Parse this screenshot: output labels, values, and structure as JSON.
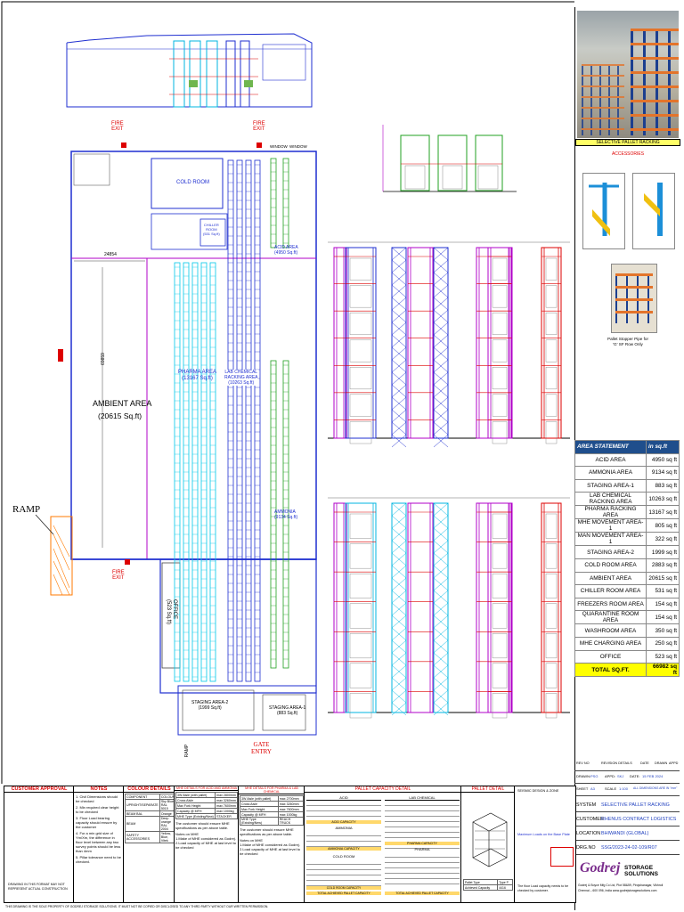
{
  "drawing": {
    "labels": {
      "fire_exit": "FIRE\nEXIT",
      "window": "WINDOW",
      "cold_room": "COLD ROOM",
      "chiller_room": "CHILLER\nROOM\n(531 Sq.ft)",
      "acid_area": "ACID AREA\n(4950 Sq.ft)",
      "pharma_area": "PHARMA AREA\n(13167 Sq.ft)",
      "lab_chemical": "LAB CHEMICAL\nRACKING AREA\n(10263 Sq.ft)",
      "ammonia_area": "AMMONIA\n(9134 Sq.ft)",
      "ambient_area": "AMBIENT AREA",
      "ambient_sqft": "(20615 Sq.ft)",
      "ramp": "RAMP",
      "staging_2": "STAGING AREA-2\n(1999 Sq.ft)",
      "staging_1": "STAGING AREA-1\n(883 Sq.ft)",
      "gate_entry": "GATE\nENTRY",
      "office": "OFFICE\n(523 Sq.ft)",
      "dim_24854": "24854",
      "dim_69859": "69859",
      "ramp_small": "RAMP"
    }
  },
  "right_panel": {
    "photo_caption": "SELECTIVE PALLET RACKING",
    "accessories": "ACCESSORIES",
    "stopper_caption": "Pallet Stopper Pipe for\n'G' SF Row Only",
    "area_header": [
      "AREA STATEMENT",
      "in sq.ft"
    ],
    "area_rows": [
      [
        "ACID AREA",
        "4950 sq ft"
      ],
      [
        "AMMONIA AREA",
        "9134 sq ft"
      ],
      [
        "STAGING AREA-1",
        "883 sq ft"
      ],
      [
        "LAB CHEMICAL RACKING AREA",
        "10263 sq ft"
      ],
      [
        "PHARMA RACKING AREA",
        "13167 sq ft"
      ],
      [
        "MHE MOVEMENT AREA-1",
        "805 sq ft"
      ],
      [
        "MAN MOVEMENT AREA-1",
        "322 sq ft"
      ],
      [
        "STAGING AREA-2",
        "1999 sq ft"
      ],
      [
        "COLD ROOM AREA",
        "2883 sq ft"
      ],
      [
        "AMBIENT AREA",
        "20615 sq ft"
      ],
      [
        "CHILLER ROOM AREA",
        "531 sq ft"
      ],
      [
        "FREEZERS ROOM AREA",
        "154 sq ft"
      ],
      [
        "QUARANTINE ROOM AREA",
        "154 sq ft"
      ],
      [
        "WASHROOM AREA",
        "350 sq ft"
      ],
      [
        "MHE CHARGING AREA",
        "250 sq ft"
      ],
      [
        "OFFICE",
        "523 sq ft"
      ]
    ],
    "area_total": [
      "TOTAL SQ.FT.",
      "66982 sq ft"
    ],
    "rev_header": [
      "REV NO",
      "REVISION DETAILS",
      "DATE",
      "DRAWN",
      "APPD"
    ],
    "drawn_row": [
      "DRAWN:",
      "PSG",
      "APPD:",
      "SKJ",
      "DATE:",
      "15 FEB 2024"
    ],
    "sheet_row": [
      "SHEET",
      "A3",
      "SCALE",
      "1:100",
      "ALL DIMENSIONS ARE IN \"mm\""
    ],
    "system_label": "SYSTEM",
    "system_value": "SELECTIVE PALLET RACKING",
    "customer_label": "CUSTOMER",
    "customer_value": "RHENUS CONTRACT LOGISTICS",
    "location_label": "LOCATION",
    "location_value": "BHIWANDI (GLOBAL)",
    "drg_label": "DRG.NO",
    "drg_value": "SSG/2023-24-02-109/R07",
    "brand": "Godrej",
    "brand_sub": "STORAGE SOLUTIONS",
    "company_line": "Godrej & Boyce Mfg Co Ltd, Plot 58&59, Pirojshanagar, Vikhroli",
    "company_line2": "Chennai – 600 096, India  www.godrejstoragesolutions.com"
  },
  "bottom": {
    "customer_approval": "CUSTOMER APPROVAL",
    "notes_title": "NOTES",
    "notes": [
      "1.  Civil Dimensions should be checked",
      "2.  Min required clear height to be checked",
      "3.  Floor Load bearing capacity should ensure by the customer",
      "4.  For a min grid size of Ym/Xm, the difference in floor level between any two survey points should be less than 4mm",
      "5.  Pillar tolerance need to be checked."
    ],
    "drawing_note": "DRAWING IN THIS FORMAT MAY NOT REPRESENT ACTUAL CONSTRUCTION",
    "colour_title": "COLOUR DETAILS",
    "colour_rows": [
      [
        "COMPONENT",
        "COLOUR"
      ],
      [
        "UPRIGHT/SEPARATE",
        "Sky Blue RAL 5015"
      ],
      [
        "BEAM BAL",
        "Orange"
      ],
      [
        "BEAM",
        "Deep orange RAL 2004"
      ],
      [
        "SAFETY ACCESSORIES",
        "Yellow, Blue, Vitek"
      ]
    ],
    "mhe1_title": "MHE DETAILS FOR ACID AND AMMONIA",
    "mhe2_title": "MHE DETAILS FOR PHARMA & LAB CHEMICAL",
    "mhe1_rows": [
      [
        "3W Aisle (with pallet)",
        "max 2800mm"
      ],
      [
        "Cross Aisle",
        "max 3260mm"
      ],
      [
        "Max Fork Height",
        "max 7600mm"
      ],
      [
        "Capacity @ MFH",
        "max 1000kg"
      ],
      [
        "MHE Type (Existing/New)",
        "STACKER"
      ]
    ],
    "mhe2_rows": [
      [
        "3W Aisle (with pallet)",
        "max 2700mm"
      ],
      [
        "Cross Aisle",
        "max 3260mm"
      ],
      [
        "Max Fork Height",
        "max 7600mm"
      ],
      [
        "Capacity @ MFH",
        "max 1000kg"
      ],
      [
        "MHE Type (Existing/New)",
        "REACH TRUCK"
      ]
    ],
    "mhe_note1": "The customer should ensure MHE specifications as per above table.",
    "mhe_note2": "Notes on MHE\n1.Make of MHE considered as Godrej.\n2.Load capacity of MHE at last level to be checked",
    "pallet_capacity_title": "PALLET CAPACITY DETAIL",
    "acid": "ACID",
    "lab_chemical": "LAB CHEMICAL",
    "ammonia": "AMMONIA",
    "pharma": "PHARMA",
    "cold_room": "COLD ROOM",
    "acid_capacity": "ACID CAPACITY",
    "ammonia_capacity": "AMMONIA CAPACITY",
    "pharma_capacity": "PHARMA CAPACITY",
    "cold_room_capacity": "COLD ROOM CAPACITY",
    "total_1": "TOTAL ACHIEVED PALLET CAPACITY",
    "total_2": "TOTAL ACHIEVED PALLET CAPACITY",
    "pallet_detail": "PALLET DETAIL",
    "pallet_type": [
      "Pallet Type",
      "Type P"
    ],
    "achieved_capacity": [
      "Achieved Capacity",
      "4416"
    ],
    "seismic": "SEISMIC DESIGN & ZONE",
    "max_loads": "Maximum Loads on the Base Plate",
    "floor_note": "The floor Load capacity needs to be checked by customer."
  },
  "footer": "THIS DRAWING IS THE SOLE PROPERTY OF GODREJ STORAGE SOLUTIONS. IT MUST NOT BE COPIED OR DISCLOSED TO ANY THIRD PARTY WITHOUT OUR WRITTEN PERMISSION."
}
